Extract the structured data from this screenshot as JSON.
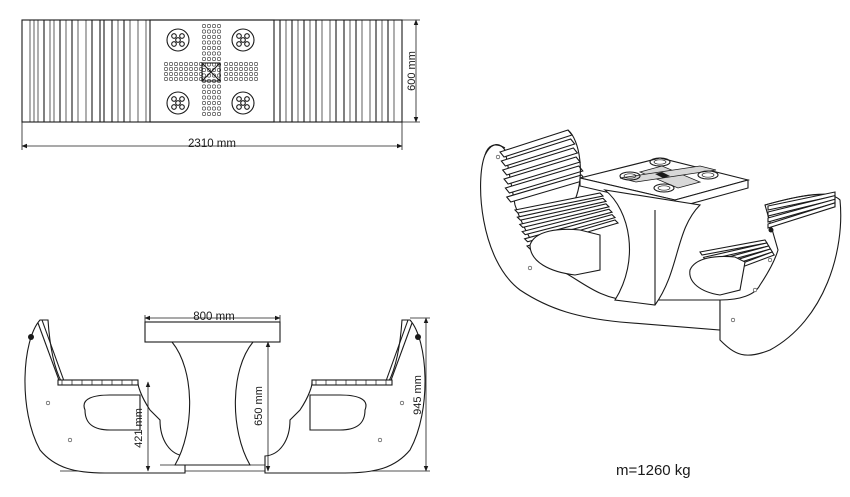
{
  "dimensions": {
    "top_width": "2310 mm",
    "top_depth": "600 mm",
    "table_width": "800 mm",
    "seat_height": "421 mm",
    "table_height": "650 mm",
    "total_height": "945 mm"
  },
  "mass": "m=1260 kg"
}
